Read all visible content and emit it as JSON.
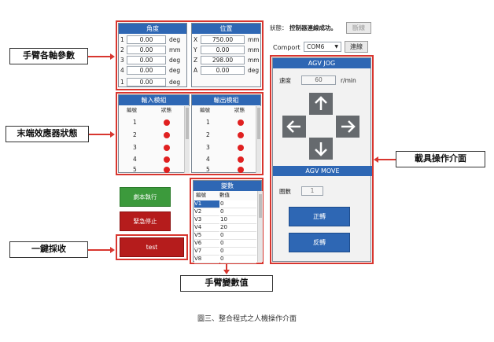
{
  "axis_panel": {
    "angle_header": "角度",
    "position_header": "位置",
    "angle_rows": [
      {
        "idx": "1",
        "value": "0.00",
        "unit": "deg"
      },
      {
        "idx": "2",
        "value": "0.00",
        "unit": "mm"
      },
      {
        "idx": "3",
        "value": "0.00",
        "unit": "deg"
      },
      {
        "idx": "4",
        "value": "0.00",
        "unit": "deg"
      }
    ],
    "angle_extra": {
      "idx": "1",
      "value": "0.00",
      "unit": "deg"
    },
    "position_rows": [
      {
        "axis": "X",
        "value": "750.00",
        "unit": "mm"
      },
      {
        "axis": "Y",
        "value": "0.00",
        "unit": "mm"
      },
      {
        "axis": "Z",
        "value": "298.00",
        "unit": "mm"
      },
      {
        "axis": "A",
        "value": "0.00",
        "unit": "deg"
      }
    ]
  },
  "io_panel": {
    "input_header": "輸入模組",
    "output_header": "輸出模組",
    "col_id": "編號",
    "col_state": "狀態",
    "inputs": [
      "1",
      "2",
      "3",
      "4",
      "5"
    ],
    "outputs": [
      "1",
      "2",
      "3",
      "4",
      "5"
    ],
    "state_color": "#e02020"
  },
  "actions": {
    "run_script": "劇本執行",
    "emergency_stop": "緊急停止",
    "test": "test"
  },
  "variables": {
    "header": "變數",
    "col_id": "編號",
    "col_value": "數值",
    "rows": [
      {
        "name": "V1",
        "value": "0"
      },
      {
        "name": "V2",
        "value": "0"
      },
      {
        "name": "V3",
        "value": "10"
      },
      {
        "name": "V4",
        "value": "20"
      },
      {
        "name": "V5",
        "value": "0"
      },
      {
        "name": "V6",
        "value": "0"
      },
      {
        "name": "V7",
        "value": "0"
      },
      {
        "name": "V8",
        "value": "0"
      }
    ]
  },
  "status_bar": {
    "status_label": "狀態：",
    "status_text": "控制器連線成功。",
    "disconnect_button": "斷線",
    "comport_label": "Comport",
    "comport_value": "COM6",
    "connect_button": "連線"
  },
  "agv": {
    "jog_header": "AGV JOG",
    "speed_label": "速度",
    "speed_value": "60",
    "speed_unit": "r/min",
    "move_header": "AGV MOVE",
    "turns_label": "圈數",
    "turns_value": "1",
    "forward_button": "正轉",
    "reverse_button": "反轉"
  },
  "callouts": {
    "arm_params": "手臂各軸參數",
    "end_effector": "末端效應器狀態",
    "one_key": "一鍵採收",
    "arm_vars": "手臂變數值",
    "vehicle_ui": "載具操作介面"
  },
  "caption": "圖三、整合程式之人機操作介面",
  "colors": {
    "accent_red": "#d8362f",
    "header_blue": "#2e67b4",
    "button_red": "#b51c1c",
    "button_green": "#3c9a3c"
  }
}
